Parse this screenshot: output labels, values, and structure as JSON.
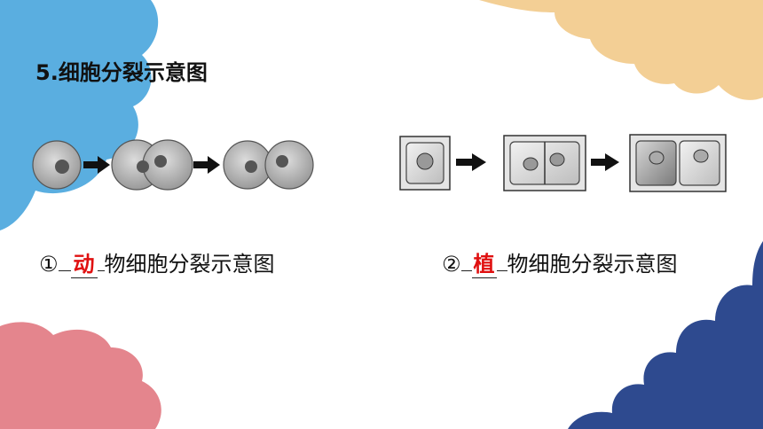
{
  "title": "5.细胞分裂示意图",
  "captions": [
    {
      "marker": "①",
      "answer": "动",
      "suffix": "物细胞分裂示意图"
    },
    {
      "marker": "②",
      "answer": "植",
      "suffix": "物细胞分裂示意图"
    }
  ],
  "colors": {
    "blue_top_left": "#5aaee0",
    "peach_top_right": "#f3cf95",
    "pink_bottom_left": "#e4858d",
    "navy_bottom_right": "#2e4a8f",
    "answer": "#e01010"
  },
  "figures": [
    "animal-cell-division-diagram",
    "plant-cell-division-diagram"
  ]
}
